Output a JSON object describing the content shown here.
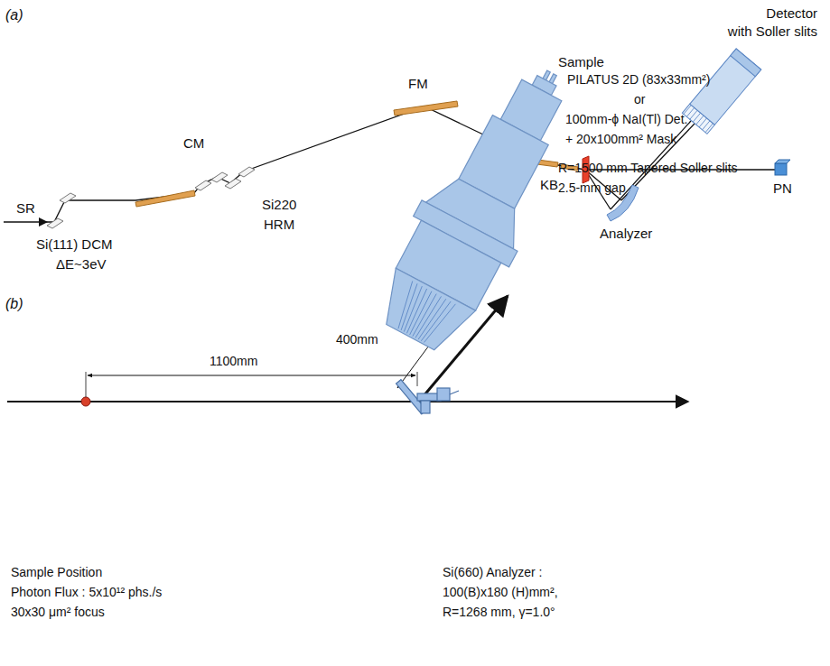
{
  "diagram": {
    "labels": [
      "(a)",
      "Detector",
      "with Soller slits",
      "Sample",
      "SR",
      "CM",
      "FM",
      "Si(111) DCM",
      "ΔE~3eV",
      "Si220",
      "HRM",
      "KB",
      "PN",
      "Analyzer",
      "(b)",
      "PILATUS 2D (83x33mm²)",
      "or",
      "100mm-ϕ NaI(Tl) Det.",
      "+ 20x100mm² Mask",
      "R=1500 mm Tapered Soller slits",
      "2.5-mm gap",
      "400mm",
      "1100mm",
      "Sample Position",
      "Photon Flux : 5x10¹² phs./s",
      "30x30 μm² focus",
      "Si(660) Analyzer :",
      "100(B)x180 (H)mm²,",
      "R=1268 mm, γ=1.0°"
    ]
  }
}
